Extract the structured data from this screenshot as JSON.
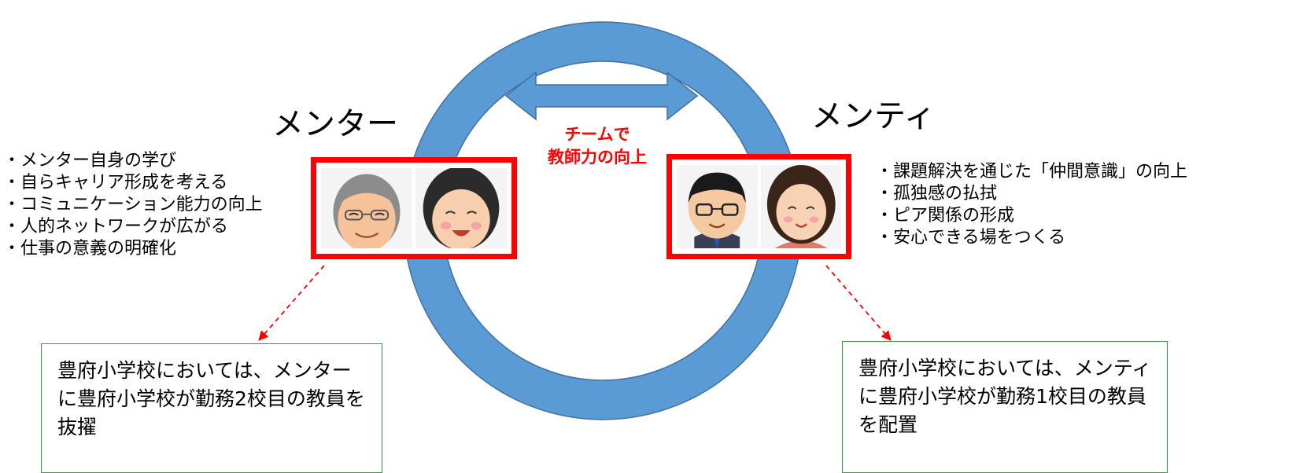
{
  "mentor": {
    "title": "メンター",
    "benefits": [
      "メンター自身の学び",
      "自らキャリア形成を考える",
      "コミュニケーション能力の向上",
      "人的ネットワークが広がる",
      "仕事の意義の明確化"
    ],
    "note": "豊府小学校においては、メンターに豊府小学校が勤務2校目の教員を抜擢",
    "faces": [
      "older-man-face",
      "older-woman-face"
    ]
  },
  "mentee": {
    "title": "メンティ",
    "benefits": [
      "課題解決を通じた「仲間意識」の向上",
      "孤独感の払拭",
      "ピア関係の形成",
      "安心できる場をつくる"
    ],
    "note": "豊府小学校においては、メンティに豊府小学校が勤務1校目の教員を配置",
    "faces": [
      "young-man-face",
      "young-woman-face"
    ]
  },
  "center": {
    "line1": "チームで",
    "line2": "教師力の向上"
  },
  "colors": {
    "ring": "#5b9bd5",
    "ring_stroke": "#41719c",
    "highlight": "#ff0000",
    "note_border": "#2f9e44"
  }
}
